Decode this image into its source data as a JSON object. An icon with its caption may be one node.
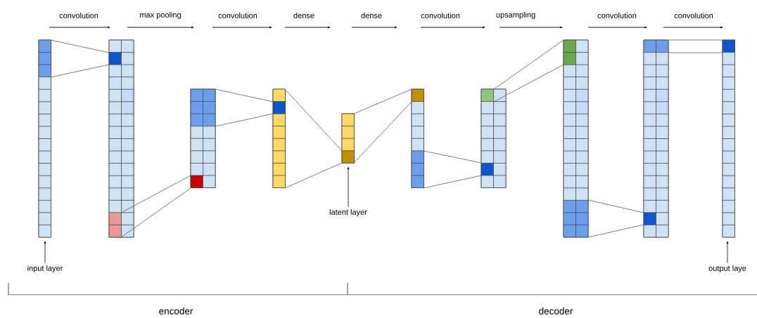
{
  "diagram": {
    "nodes": [
      {
        "text": [],
        "shape": "bar"
      },
      {
        "text": [],
        "shape": "bar"
      },
      {
        "text": [],
        "shape": "bar"
      },
      {
        "text": [],
        "shape": "bar"
      },
      {
        "text": [],
        "shape": "bar"
      },
      {
        "text": [],
        "shape": "bar"
      },
      {
        "text": [],
        "shape": "bar"
      },
      {
        "text": [],
        "shape": "bar"
      },
      {
        "text": [],
        "shape": "bar"
      },
      {
        "text": [],
        "shape": "bar"
      },
      {
        "text": [
          "input layer"
        ]
      },
      {
        "text": [
          "latent layer"
        ]
      },
      {
        "text": [
          "output laye"
        ]
      }
    ],
    "edges": [
      {
        "from": 0,
        "to": 1,
        "arrow": "none"
      },
      {
        "from": 0,
        "to": 1,
        "arrow": "none"
      },
      {
        "from": 1,
        "to": 2,
        "arrow": "none"
      },
      {
        "from": 1,
        "to": 2,
        "arrow": "none"
      },
      {
        "from": 2,
        "to": 3,
        "arrow": "none"
      },
      {
        "from": 2,
        "to": 3,
        "arrow": "none"
      },
      {
        "from": 3,
        "to": 4,
        "arrow": "none"
      },
      {
        "from": 3,
        "to": 4,
        "arrow": "none"
      },
      {
        "from": 4,
        "to": 5,
        "arrow": "none"
      },
      {
        "from": 4,
        "to": 5,
        "arrow": "none"
      },
      {
        "from": 5,
        "to": 6,
        "arrow": "none"
      },
      {
        "from": 5,
        "to": 6,
        "arrow": "none"
      },
      {
        "from": 6,
        "to": 7,
        "arrow": "none"
      },
      {
        "from": 6,
        "to": 7,
        "arrow": "none"
      },
      {
        "from": 7,
        "to": 8,
        "arrow": "none"
      },
      {
        "from": 7,
        "to": 8,
        "arrow": "none"
      },
      {
        "from": 8,
        "to": 9,
        "arrow": "none"
      },
      {
        "from": 8,
        "to": 9,
        "arrow": "none"
      },
      {
        "from": 10,
        "to": 0,
        "arrow": "to"
      },
      {
        "from": 11,
        "to": 4,
        "arrow": "to"
      },
      {
        "from": 12,
        "to": 9,
        "arrow": "to"
      }
    ],
    "labels": [
      "convolution",
      "max pooling",
      "convolution",
      "dense",
      "dense",
      "convolution",
      "upsampling",
      "convolution",
      "convolution",
      "encoder",
      "decoder"
    ]
  }
}
